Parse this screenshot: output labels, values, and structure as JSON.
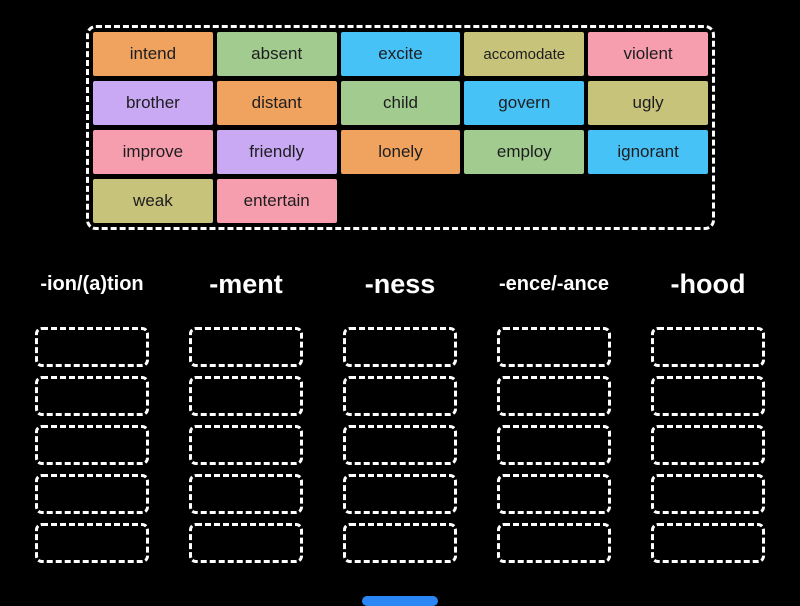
{
  "palette": {
    "orange": "#F0A35F",
    "green": "#A1CB8F",
    "blue": "#47C2F7",
    "khaki": "#C8C37A",
    "pink": "#F69EAE",
    "purple": "#C9A9F4",
    "tile_text": "#1D1D1F",
    "category_text": "#FFFFFF",
    "submit_blue": "#2B87F5",
    "background": "#000000",
    "dashed_border": "#FFFFFF"
  },
  "word_bank": {
    "tiles": [
      {
        "label": "intend",
        "color": "orange"
      },
      {
        "label": "absent",
        "color": "green"
      },
      {
        "label": "excite",
        "color": "blue"
      },
      {
        "label": "accomodate",
        "color": "khaki"
      },
      {
        "label": "violent",
        "color": "pink"
      },
      {
        "label": "brother",
        "color": "purple"
      },
      {
        "label": "distant",
        "color": "orange"
      },
      {
        "label": "child",
        "color": "green"
      },
      {
        "label": "govern",
        "color": "blue"
      },
      {
        "label": "ugly",
        "color": "khaki"
      },
      {
        "label": "improve",
        "color": "pink"
      },
      {
        "label": "friendly",
        "color": "purple"
      },
      {
        "label": "lonely",
        "color": "orange"
      },
      {
        "label": "employ",
        "color": "green"
      },
      {
        "label": "ignorant",
        "color": "blue"
      },
      {
        "label": "weak",
        "color": "khaki"
      },
      {
        "label": "entertain",
        "color": "pink"
      }
    ]
  },
  "categories": [
    {
      "label": "-ion/(a)tion",
      "size": "small",
      "slot_count": 5
    },
    {
      "label": "-ment",
      "size": "large",
      "slot_count": 5
    },
    {
      "label": "-ness",
      "size": "large",
      "slot_count": 5
    },
    {
      "label": "-ence/-ance",
      "size": "small",
      "slot_count": 5
    },
    {
      "label": "-hood",
      "size": "large",
      "slot_count": 5
    }
  ]
}
